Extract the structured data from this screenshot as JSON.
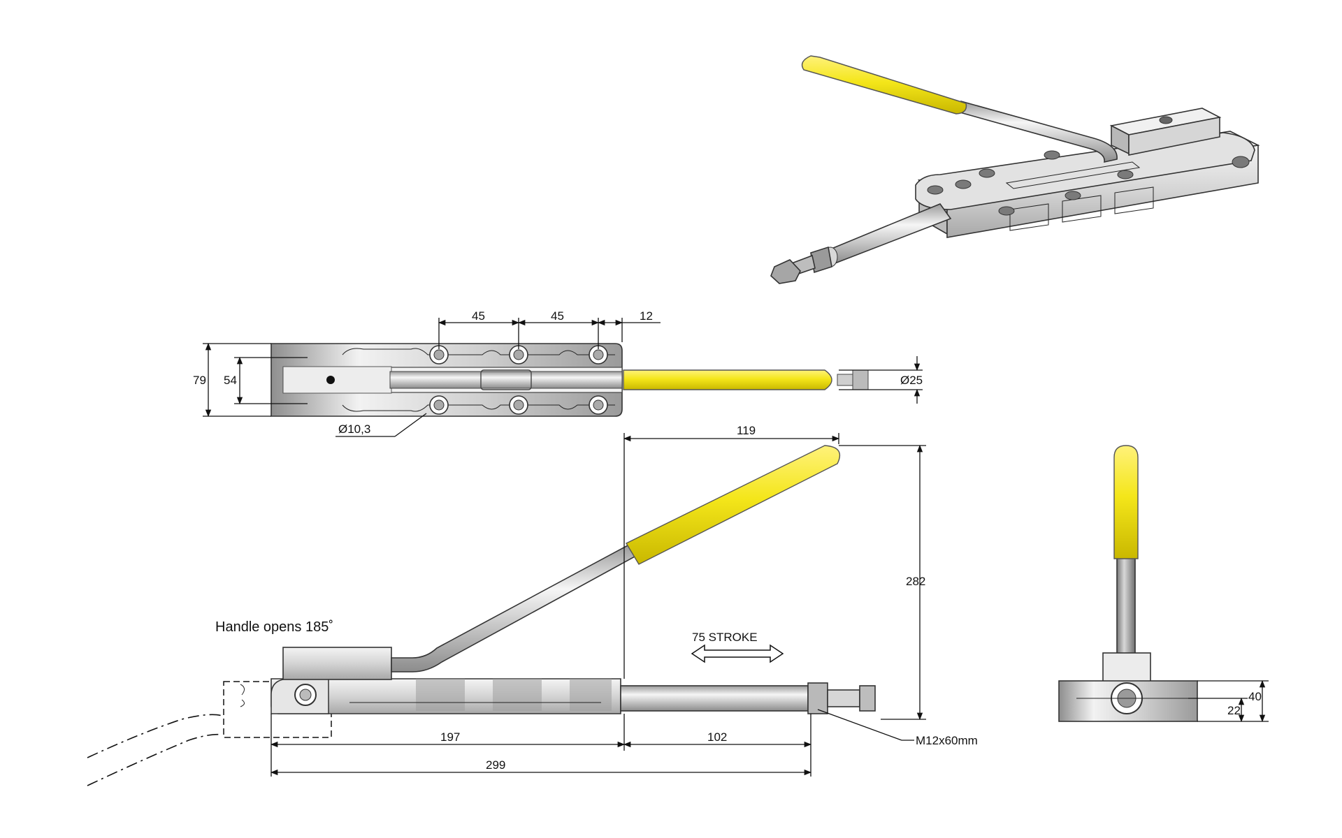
{
  "title": "",
  "colors": {
    "handle_grip": "#f4ea1c",
    "metal_light": "#e9e9e9",
    "metal_mid": "#bfbfbf",
    "metal_dark": "#8a8a8a",
    "lines": "#111111"
  },
  "views": {
    "iso": {
      "name": "isometric-view"
    },
    "top": {
      "dims": {
        "hole_pitch_1": "45",
        "hole_pitch_2": "45",
        "edge_offset": "12",
        "overall_width": "79",
        "inner_width": "54",
        "plunger_diameter": "Ø25",
        "hole_diameter": "Ø10,3"
      }
    },
    "side": {
      "note_handle": "Handle opens 185˚",
      "stroke_label": "75 STROKE",
      "dims": {
        "handle_reach": "119",
        "handle_height": "282",
        "base_length": "197",
        "plunger_projection": "102",
        "overall_length": "299",
        "bolt_spec": "M12x60mm"
      }
    },
    "end": {
      "dims": {
        "total_height": "40",
        "axis_height": "22"
      }
    }
  }
}
